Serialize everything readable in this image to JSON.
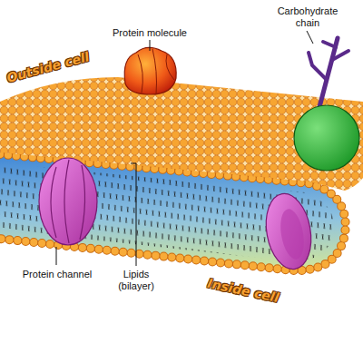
{
  "diagram": {
    "labels": [
      "Carbohydrate chain",
      "Protein molecule",
      "Outside cell",
      "Protein channel",
      "Lipids (bilayer)",
      "Inside cell"
    ]
  }
}
